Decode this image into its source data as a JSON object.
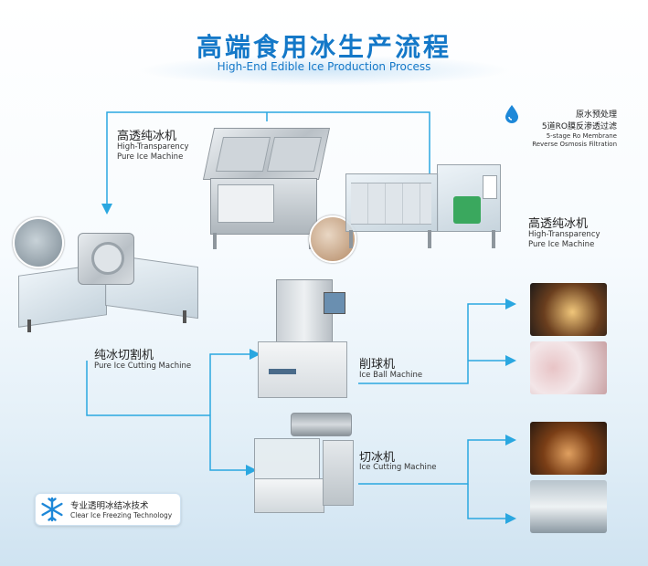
{
  "title": {
    "cn": "高端食用冰生产流程",
    "en": "High-End Edible Ice Production Process"
  },
  "machines": {
    "transparency_left": {
      "cn": "高透纯冰机",
      "en1": "High-Transparency",
      "en2": "Pure Ice Machine"
    },
    "transparency_right": {
      "cn": "高透纯冰机",
      "en1": "High-Transparency",
      "en2": "Pure Ice Machine"
    },
    "cutting": {
      "cn": "纯冰切割机",
      "en": "Pure Ice Cutting Machine"
    },
    "ball": {
      "cn": "削球机",
      "en": "Ice Ball Machine"
    },
    "ice_cutting": {
      "cn": "切冰机",
      "en": "Ice Cutting Machine"
    }
  },
  "pretreatment": {
    "cn1": "原水预处理",
    "cn2": "5道RO膜反渗透过滤",
    "en1": "5-stage Ro Membrane",
    "en2": "Reverse Osmosis Filtration"
  },
  "badge": {
    "cn": "专业透明冰结冰技术",
    "en": "Clear Ice Freezing Technology"
  },
  "colors": {
    "accent": "#1478c8",
    "arrow": "#2aa7e0"
  },
  "icons": [
    "water-drop-icon",
    "snowflake-icon"
  ]
}
